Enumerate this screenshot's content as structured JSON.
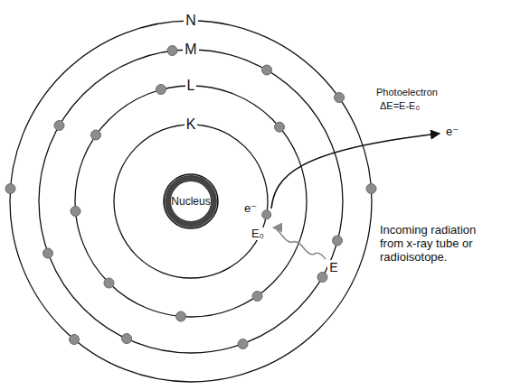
{
  "diagram": {
    "nodes": [
      {
        "text": [
          "Nucleus"
        ]
      }
    ],
    "labels": [
      "N",
      "M",
      "L",
      "K",
      "e⁻",
      "E₀",
      "Photoelectron",
      "ΔE=E-E₀",
      "e⁻",
      "E",
      "Incoming radiation from x-ray tube or radioisotope."
    ]
  }
}
